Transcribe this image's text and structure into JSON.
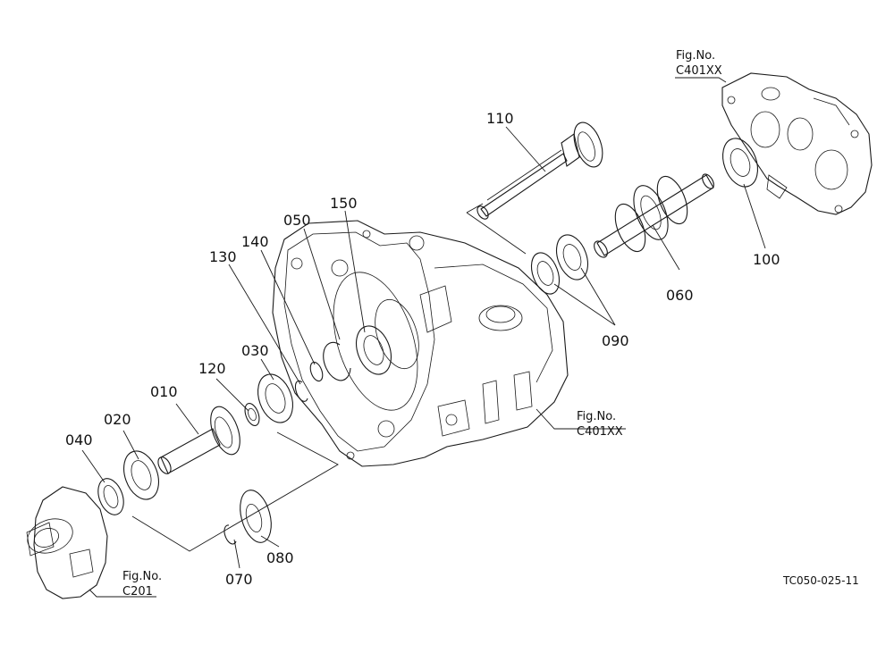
{
  "parts": [
    {
      "id": "p010",
      "label": "010"
    },
    {
      "id": "p020",
      "label": "020"
    },
    {
      "id": "p030",
      "label": "030"
    },
    {
      "id": "p040",
      "label": "040"
    },
    {
      "id": "p050",
      "label": "050"
    },
    {
      "id": "p060",
      "label": "060"
    },
    {
      "id": "p070",
      "label": "070"
    },
    {
      "id": "p080",
      "label": "080"
    },
    {
      "id": "p090",
      "label": "090"
    },
    {
      "id": "p100",
      "label": "100"
    },
    {
      "id": "p110",
      "label": "110"
    },
    {
      "id": "p120",
      "label": "120"
    },
    {
      "id": "p130",
      "label": "130"
    },
    {
      "id": "p140",
      "label": "140"
    },
    {
      "id": "p150",
      "label": "150"
    }
  ],
  "references": [
    {
      "id": "r1",
      "line1": "Fig.No.",
      "line2": "C401XX"
    },
    {
      "id": "r2",
      "line1": "Fig.No.",
      "line2": "C401XX"
    },
    {
      "id": "r3",
      "line1": "Fig.No.",
      "line2": "C201"
    }
  ],
  "drawing_code": "TC050-025-11"
}
